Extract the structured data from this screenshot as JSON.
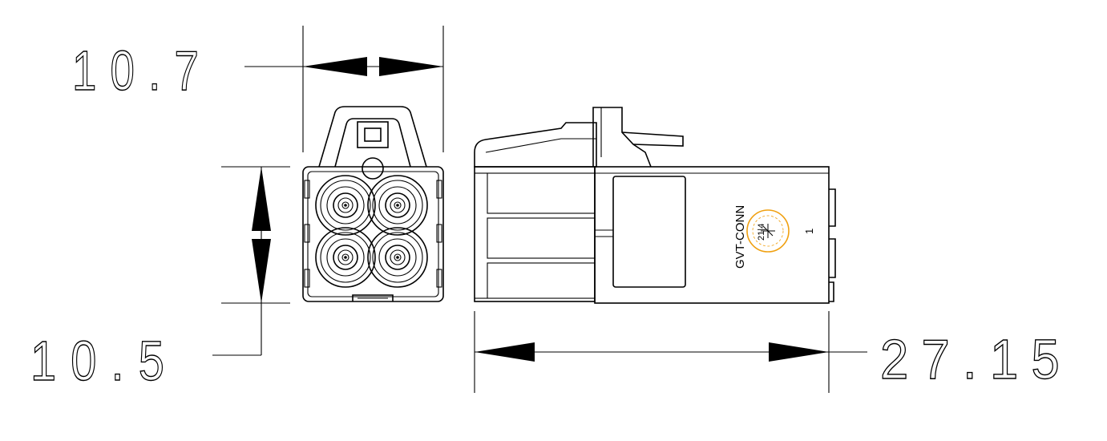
{
  "dimensions": {
    "width_front": "10.7",
    "height_front": "10.5",
    "length_side": "27.15"
  },
  "label": {
    "brand": "GVT-CONN",
    "pin_number": "1",
    "date_dial_center": "21|4"
  },
  "colors": {
    "line": "#000000",
    "date_dial": "#f0a010",
    "background": "#ffffff"
  }
}
